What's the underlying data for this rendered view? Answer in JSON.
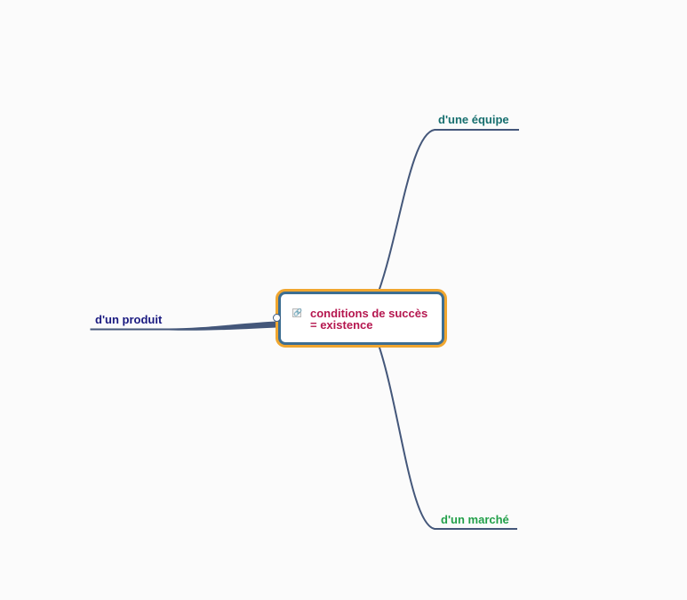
{
  "mindmap": {
    "central": {
      "lines": [
        "conditions de succès",
        "= existence"
      ],
      "icon": "link-icon",
      "border_outer": "#f0a62f",
      "border_inner": "#3d6e92",
      "text_color": "#b5174f"
    },
    "branches": [
      {
        "id": "equipe",
        "label": "d'une équipe",
        "color": "#176f6f"
      },
      {
        "id": "produit",
        "label": "d'un produit",
        "color": "#1a1a80"
      },
      {
        "id": "marche",
        "label": "d'un marché",
        "color": "#23a04a"
      }
    ],
    "link_color": "#44577a"
  }
}
